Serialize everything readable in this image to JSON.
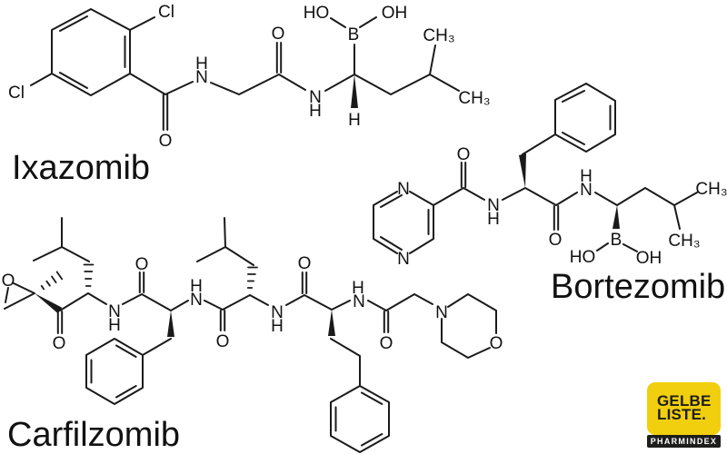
{
  "background_color": "#ffffff",
  "bond_color": "#1a1a1a",
  "molecules": {
    "ixazomib": {
      "name": "Ixazomib",
      "atoms": {
        "cl_top": "Cl",
        "cl_left": "Cl",
        "o_benzoyl": "O",
        "h_amide1": "H",
        "n_amide1": "N",
        "o_glycine": "O",
        "n_amide2": "N",
        "h_amide2": "H",
        "ho_boronic": "HO",
        "b_boron": "B",
        "oh_boronic": "OH",
        "h_stereo": "H",
        "ch3_top": "CH₃",
        "ch3_right": "CH₃"
      }
    },
    "bortezomib": {
      "name": "Bortezomib",
      "atoms": {
        "n_pyrazine_top": "N",
        "n_pyrazine_bottom": "N",
        "o_amide1": "O",
        "n_amide1": "N",
        "h_amide1": "H",
        "o_amide2": "O",
        "h_amide2": "H",
        "n_amide2": "N",
        "b_boron": "B",
        "ho_boronic": "HO",
        "oh_boronic": "OH",
        "ch3_top": "CH₃",
        "ch3_bottom": "CH₃"
      }
    },
    "carfilzomib": {
      "name": "Carfilzomib",
      "atoms": {
        "o_epoxide": "O",
        "o_ketone": "O",
        "n_amide1": "N",
        "h_amide1": "H",
        "o_amide1": "O",
        "h_amide2": "H",
        "n_amide2": "N",
        "o_amide2": "O",
        "n_amide3": "N",
        "h_amide3": "H",
        "o_amide3": "O",
        "h_amide4": "H",
        "n_amide4": "N",
        "o_amide4": "O",
        "n_morpholine": "N",
        "o_morpholine": "O"
      }
    }
  },
  "logo": {
    "line1": "GELBE",
    "line2": "LISTE.",
    "subtitle": "PHARMINDEX",
    "badge_color": "#F2CF0E",
    "bar_color": "#1d1d1b",
    "text_color": "#1d1d1b",
    "subtitle_color": "#ffffff"
  }
}
